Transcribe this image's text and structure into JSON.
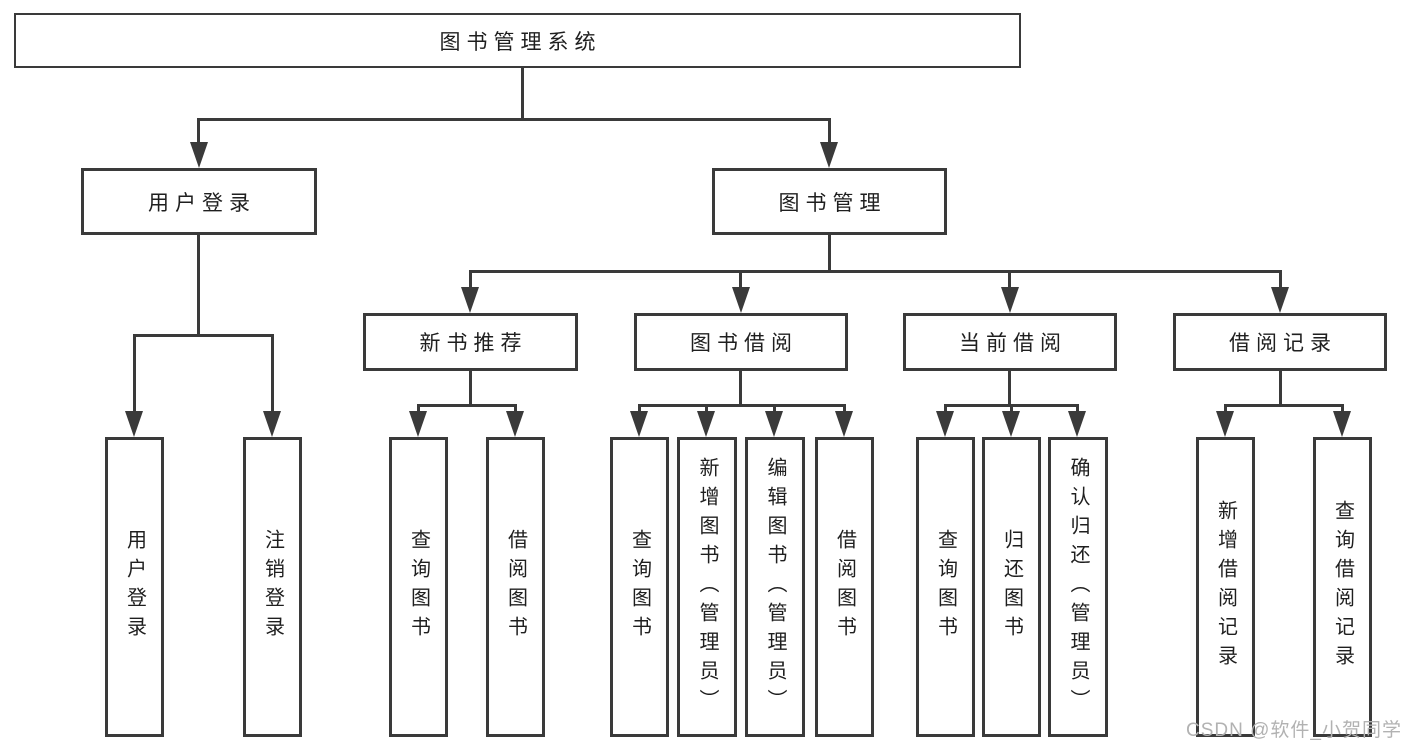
{
  "colors": {
    "line": "#3a3a3a",
    "text": "#1f1f1f",
    "box_bg": "#ffffff",
    "watermark": "#b2b2b2",
    "background": "#ffffff"
  },
  "watermark": {
    "text": "CSDN @软件_小贺同学"
  },
  "tree": {
    "root": {
      "label": "图书管理系统"
    },
    "branches": [
      {
        "label": "用户登录",
        "children": [
          {
            "label": "用户登录"
          },
          {
            "label": "注销登录"
          }
        ]
      },
      {
        "label": "图书管理",
        "groups": [
          {
            "label": "新书推荐",
            "children": [
              {
                "label": "查询图书"
              },
              {
                "label": "借阅图书"
              }
            ]
          },
          {
            "label": "图书借阅",
            "children": [
              {
                "label": "查询图书"
              },
              {
                "label": "新增图书（管理员）"
              },
              {
                "label": "编辑图书（管理员）"
              },
              {
                "label": "借阅图书"
              }
            ]
          },
          {
            "label": "当前借阅",
            "children": [
              {
                "label": "查询图书"
              },
              {
                "label": "归还图书"
              },
              {
                "label": "确认归还（管理员）"
              }
            ]
          },
          {
            "label": "借阅记录",
            "children": [
              {
                "label": "新增借阅记录"
              },
              {
                "label": "查询借阅记录"
              }
            ]
          }
        ]
      }
    ]
  }
}
